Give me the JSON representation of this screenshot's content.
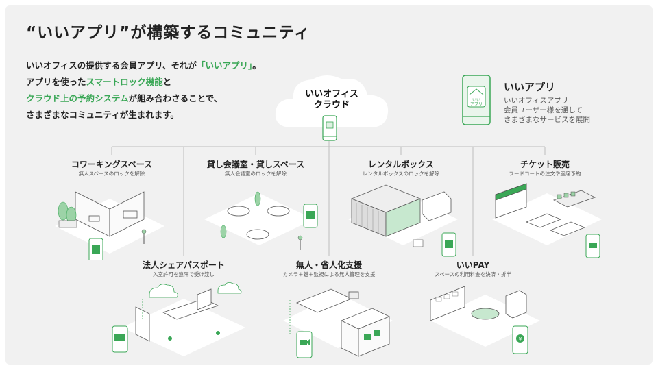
{
  "title": "“いいアプリ”が構築するコミュニティ",
  "intro": {
    "l1_a": "いいオフィスの提供する会員アプリ、それが",
    "l1_g": "「いいアプリ」",
    "l1_b": "。",
    "l2_a": "アプリを使った",
    "l2_g": "スマートロック機能",
    "l2_b": "と",
    "l3_g": "クラウド上の予約システム",
    "l3_b": "が組み合わさることで、",
    "l4": "さまざまなコミュニティが生まれます。"
  },
  "cloud": {
    "line1": "いいオフィス",
    "line2": "クラウド"
  },
  "app": {
    "name": "いいアプリ",
    "desc1": "いいオフィスアプリ",
    "desc2": "会員ユーザー様を通して",
    "desc3": "さまざまなサービスを展開",
    "icon_text": "いい\nアプリ"
  },
  "services": [
    {
      "title": "コワーキングスペース",
      "sub": "無人スペースのロックを解除"
    },
    {
      "title": "貸し会議室・貸しスペース",
      "sub": "無人会議室のロックを解除"
    },
    {
      "title": "レンタルボックス",
      "sub": "レンタルボックスのロックを解除"
    },
    {
      "title": "チケット販売",
      "sub": "フードコートの注文や座席予約"
    },
    {
      "title": "法人シェアパスポート",
      "sub": "入室許可を遠隔で受け渡し"
    },
    {
      "title": "無人・省人化支援",
      "sub": "カメラ＋鍵＋監視による無人管理を支援"
    },
    {
      "title": "いいPAY",
      "sub": "スペースの利用料金を決済・折半"
    }
  ],
  "colors": {
    "accent": "#3aa756",
    "line": "#bdbdbd",
    "background": "#f1f1f1"
  },
  "icons": [
    "phone-icon",
    "cloud-icon",
    "unlock-icon",
    "camera-icon",
    "id-card-icon",
    "yen-icon",
    "ticket-icon"
  ]
}
